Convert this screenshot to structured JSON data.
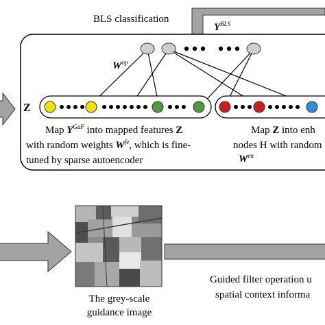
{
  "bls_label": "BLS classification",
  "y_bls": {
    "base": "Y",
    "sup": "BLS"
  },
  "w_op": {
    "base": "W",
    "sup": "op"
  },
  "z_label": "Z",
  "mapped": {
    "l1_pre": "Map ",
    "l1_var": "Y",
    "l1_sup": "GaF",
    "l1_mid": " into mapped features ",
    "l1_z": "Z",
    "l2_pre": "with random weights ",
    "l2_var": "W",
    "l2_sup": "fe",
    "l2_post": ", which is fine-",
    "l3": "tuned by sparse autoencoder"
  },
  "enhance": {
    "l1_pre": "Map ",
    "l1_z": "Z",
    "l1_post": " into enh",
    "l2": "nodes H with random",
    "l3_var": "W",
    "l3_sup": "en"
  },
  "guidance_caption": {
    "l1": "The grey-scale",
    "l2": "guidance image"
  },
  "guided": {
    "l1": "Guided filter operation u",
    "l2": "spatial context informa"
  },
  "colors": {
    "yellow": "#f2e000",
    "green": "#4f9a3a",
    "red": "#d11a1a",
    "blue": "#2f8fd8",
    "grey_node": "#cfcfcf",
    "arrow_fill": "#a3a3a3"
  }
}
